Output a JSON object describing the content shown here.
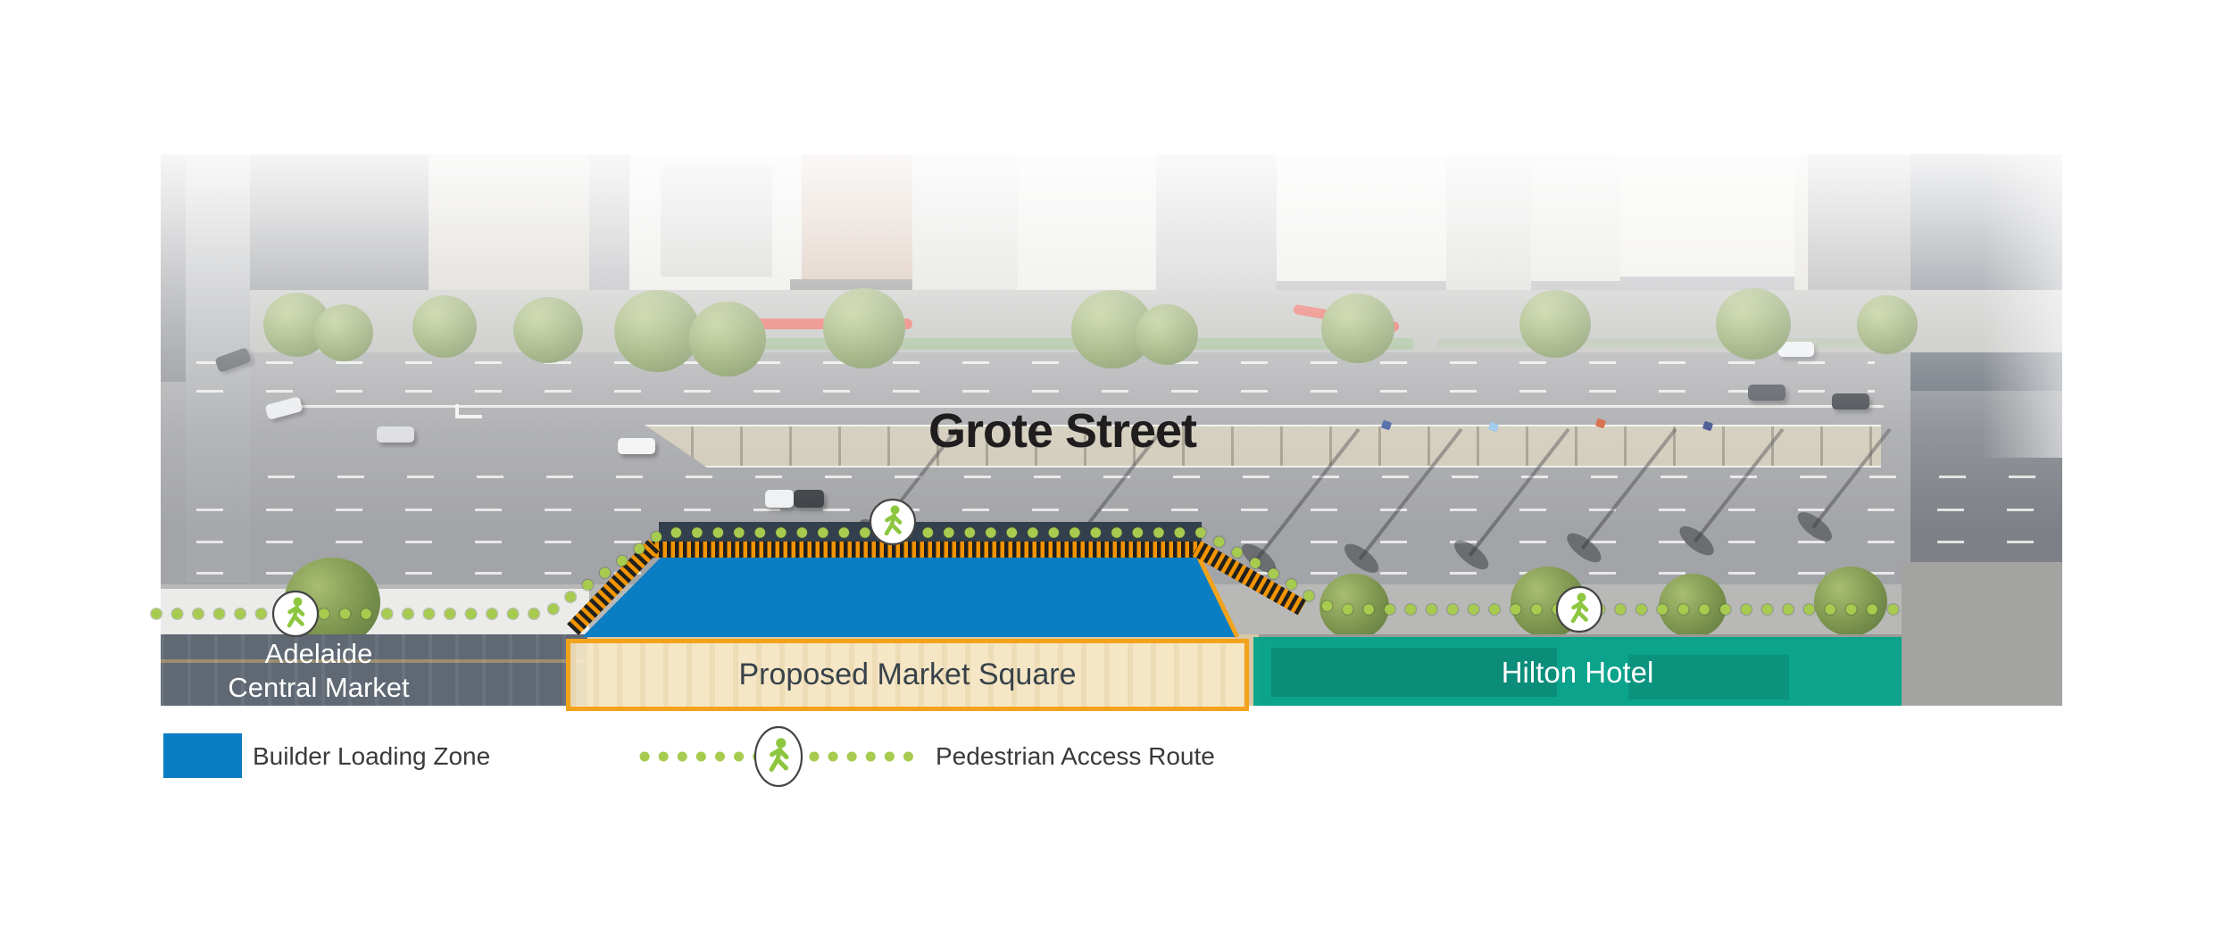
{
  "map": {
    "street_label": "Grote Street",
    "market_label_line1": "Adelaide",
    "market_label_line2": "Central Market",
    "market_square_label": "Proposed Market Square",
    "hotel_label": "Hilton Hotel"
  },
  "legend": {
    "items": [
      {
        "label": "Builder Loading Zone",
        "symbol": "blue-rectangle-swatch"
      },
      {
        "label": "Pedestrian Access Route",
        "symbol": "green-dotted-line-with-pedestrian-icon"
      }
    ]
  },
  "colors": {
    "loading_zone_blue": "#0b7dc3",
    "square_border_orange": "#f2a31b",
    "square_fill_cream": "#f6e9c9",
    "hotel_teal": "#00a48c",
    "dot_green": "#a6cb4f",
    "icon_green": "#8dc63f",
    "hatch_orange": "#f29400",
    "hatch_black": "#20201e",
    "band_navy": "#31404c"
  }
}
